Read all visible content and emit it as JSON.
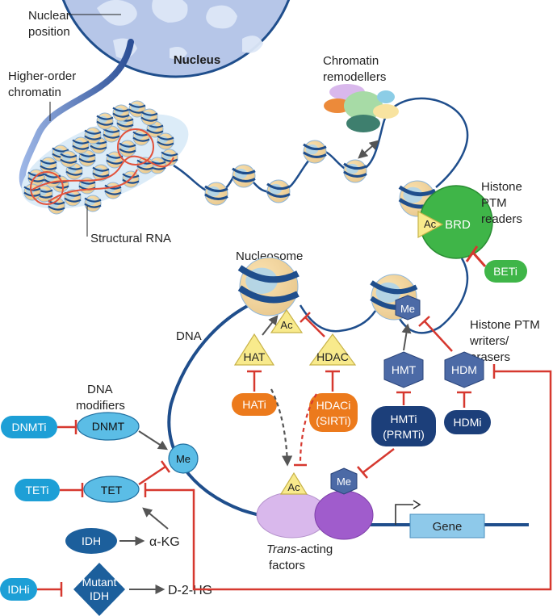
{
  "labels": {
    "nuclear_position": [
      "Nuclear",
      "position"
    ],
    "nucleus": "Nucleus",
    "higher_order_chromatin": [
      "Higher-order",
      "chromatin"
    ],
    "structural_rna": "Structural RNA",
    "chromatin_remodellers": [
      "Chromatin",
      "remodellers"
    ],
    "histone_ptm_readers": [
      "Histone",
      "PTM",
      "readers"
    ],
    "nucleosome": "Nucleosome",
    "dna": "DNA",
    "histone_ptm_writers_erasers": [
      "Histone PTM",
      "writers/",
      "erasers"
    ],
    "dna_modifiers": [
      "DNA",
      "modifiers"
    ],
    "trans_acting_factors": {
      "italic": "Trans",
      "rest": "-acting",
      "line2": "factors"
    },
    "gene": "Gene"
  },
  "marks": {
    "ac": "Ac",
    "me": "Me",
    "brd": "BRD"
  },
  "enzymes": {
    "hat": "HAT",
    "hdac": "HDAC",
    "hmt": "HMT",
    "hdm": "HDM",
    "dnmt": "DNMT",
    "tet": "TET",
    "idh": "IDH",
    "mutant_idh": [
      "Mutant",
      "IDH"
    ]
  },
  "metabolites": {
    "akg": "α-KG",
    "d2hg": "D-2-HG"
  },
  "inhibitors": {
    "beti": "BETi",
    "hati": "HATi",
    "hdaci": [
      "HDACi",
      "(SIRTi)"
    ],
    "hmti": [
      "HMTi",
      "(PRMTi)"
    ],
    "hdmi": "HDMi",
    "dnmti": "DNMTi",
    "teti": "TETi",
    "idhi": "IDHi"
  },
  "colors": {
    "dna_strand": "#1f4e8c",
    "inhibition": "#d6382f",
    "reader_green": "#3fb548",
    "writer_yellow": "#f8ea8c",
    "navy_hex": "#4c6aa6",
    "navy_pill": "#1c3f7a",
    "orange_pill": "#ec7a1c",
    "cyan_pill": "#1d9fd6",
    "cyan_node": "#5bbde6",
    "trans_factor_light": "#d9b8ec",
    "trans_factor_dark": "#a05ccc",
    "gene_box": "#8ec9ea",
    "nucleus_fill": "#b6c6e8"
  }
}
